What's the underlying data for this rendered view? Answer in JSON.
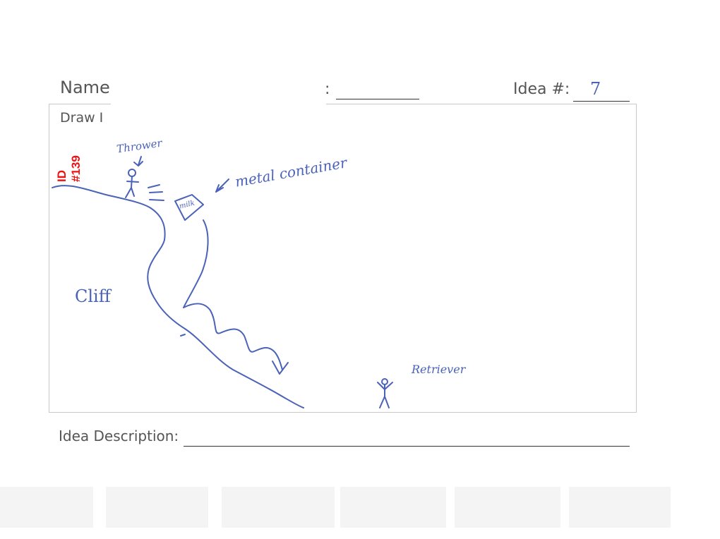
{
  "form": {
    "name_label": "Name:",
    "partial_label": ":",
    "idea_number_label": "Idea #:",
    "idea_number_value": "7",
    "draw_label": "Draw I",
    "description_label": "Idea Description:"
  },
  "stamp": {
    "line1": "ID",
    "line2": "#139"
  },
  "sketch": {
    "thrower_label": "Thrower",
    "container_label": "metal container",
    "box_label": "milk",
    "cliff_label": "Cliff",
    "retriever_label": "Retriever",
    "ink_color": "#4a62b8"
  }
}
